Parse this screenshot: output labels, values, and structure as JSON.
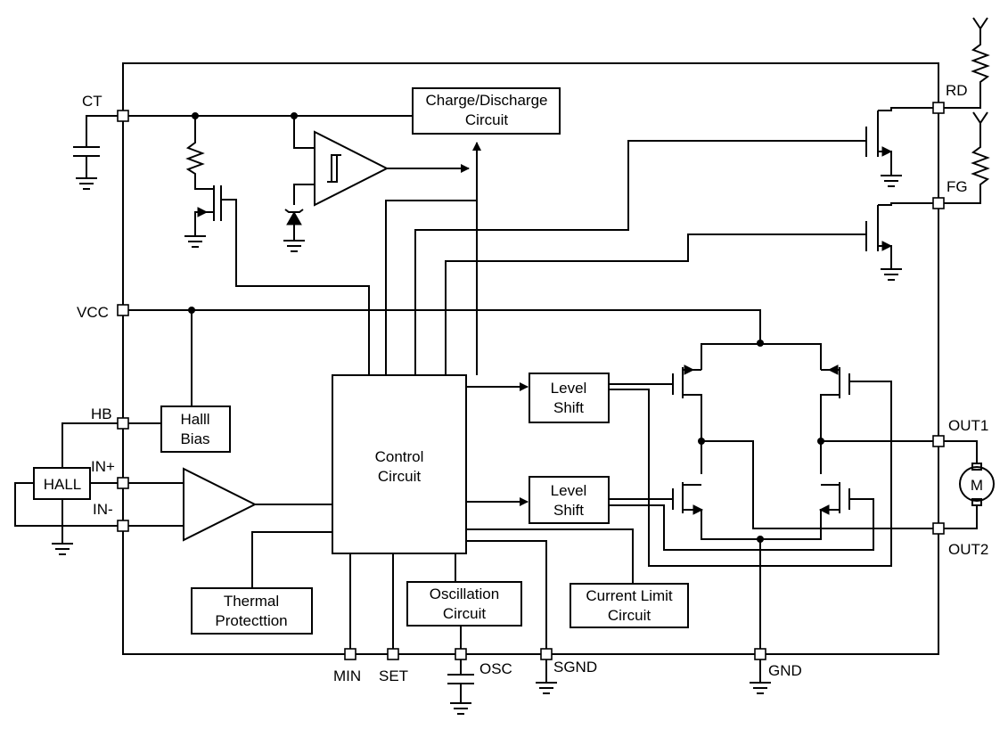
{
  "pins": {
    "ct": "CT",
    "rd": "RD",
    "fg": "FG",
    "vcc": "VCC",
    "hb": "HB",
    "in_plus": "IN+",
    "in_minus": "IN-",
    "out1": "OUT1",
    "out2": "OUT2",
    "min": "MIN",
    "set": "SET",
    "osc": "OSC",
    "sgnd": "SGND",
    "gnd": "GND"
  },
  "blocks": {
    "charge_discharge": [
      "Charge/Discharge",
      "Circuit"
    ],
    "hall_bias": [
      "Halll",
      "Bias"
    ],
    "hall": "HALL",
    "control": [
      "Control",
      "Circuit"
    ],
    "level_shift_top": [
      "Level",
      "Shift"
    ],
    "level_shift_bottom": [
      "Level",
      "Shift"
    ],
    "thermal": [
      "Thermal",
      "Protecttion"
    ],
    "oscillation": [
      "Oscillation",
      "Circuit"
    ],
    "current_limit": [
      "Current Limit",
      "Circuit"
    ],
    "motor": "M"
  }
}
